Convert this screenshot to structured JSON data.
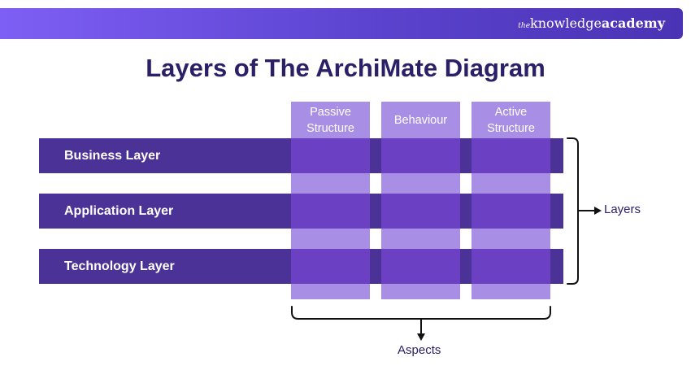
{
  "brand": {
    "prefix": "the",
    "regular": "knowledge",
    "bold": "academy"
  },
  "title": "Layers of The ArchiMate Diagram",
  "aspects": [
    {
      "line1": "Passive",
      "line2": "Structure"
    },
    {
      "line1": "Behaviour",
      "line2": ""
    },
    {
      "line1": "Active",
      "line2": "Structure"
    }
  ],
  "layers": [
    "Business Layer",
    "Application Layer",
    "Technology Layer"
  ],
  "labels": {
    "layers": "Layers",
    "aspects": "Aspects"
  },
  "colors": {
    "accent_dark": "#2b2068",
    "row": "#4b3296",
    "column": "#a98ee6",
    "cell": "#6b40c2"
  }
}
